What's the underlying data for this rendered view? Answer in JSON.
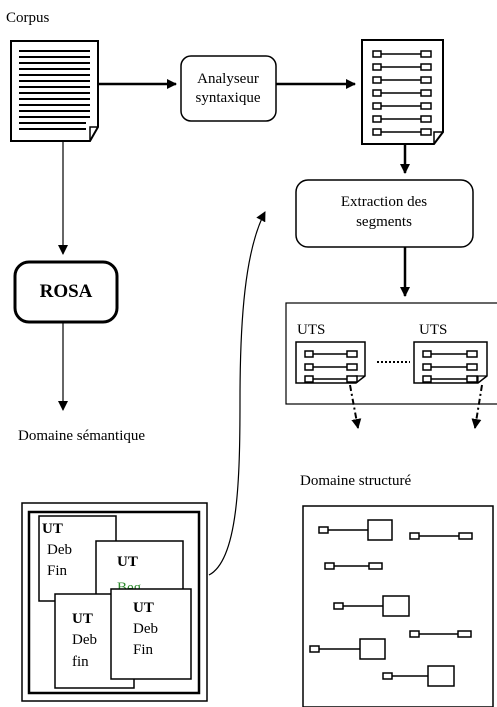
{
  "labels": {
    "corpus": "Corpus",
    "analyseur_line1": "Analyseur",
    "analyseur_line2": "syntaxique",
    "extraction_line1": "Extraction des",
    "extraction_line2": "segments",
    "rosa": "ROSA",
    "domaine_semantique": "Domaine sémantique",
    "domaine_structure": "Domaine structuré",
    "uts_left": "UTS",
    "uts_right": "UTS"
  },
  "ut_cards": [
    {
      "title": "UT",
      "line1": "Deb",
      "line2": "Fin"
    },
    {
      "title": "UT",
      "line1": "Beg",
      "line2": ""
    },
    {
      "title": "UT",
      "line1": "Deb",
      "line2": "fin"
    },
    {
      "title": "UT",
      "line1": "Deb",
      "line2": "Fin"
    }
  ],
  "colors": {
    "stroke": "#000000",
    "accent_text": "#2e8b2e"
  }
}
